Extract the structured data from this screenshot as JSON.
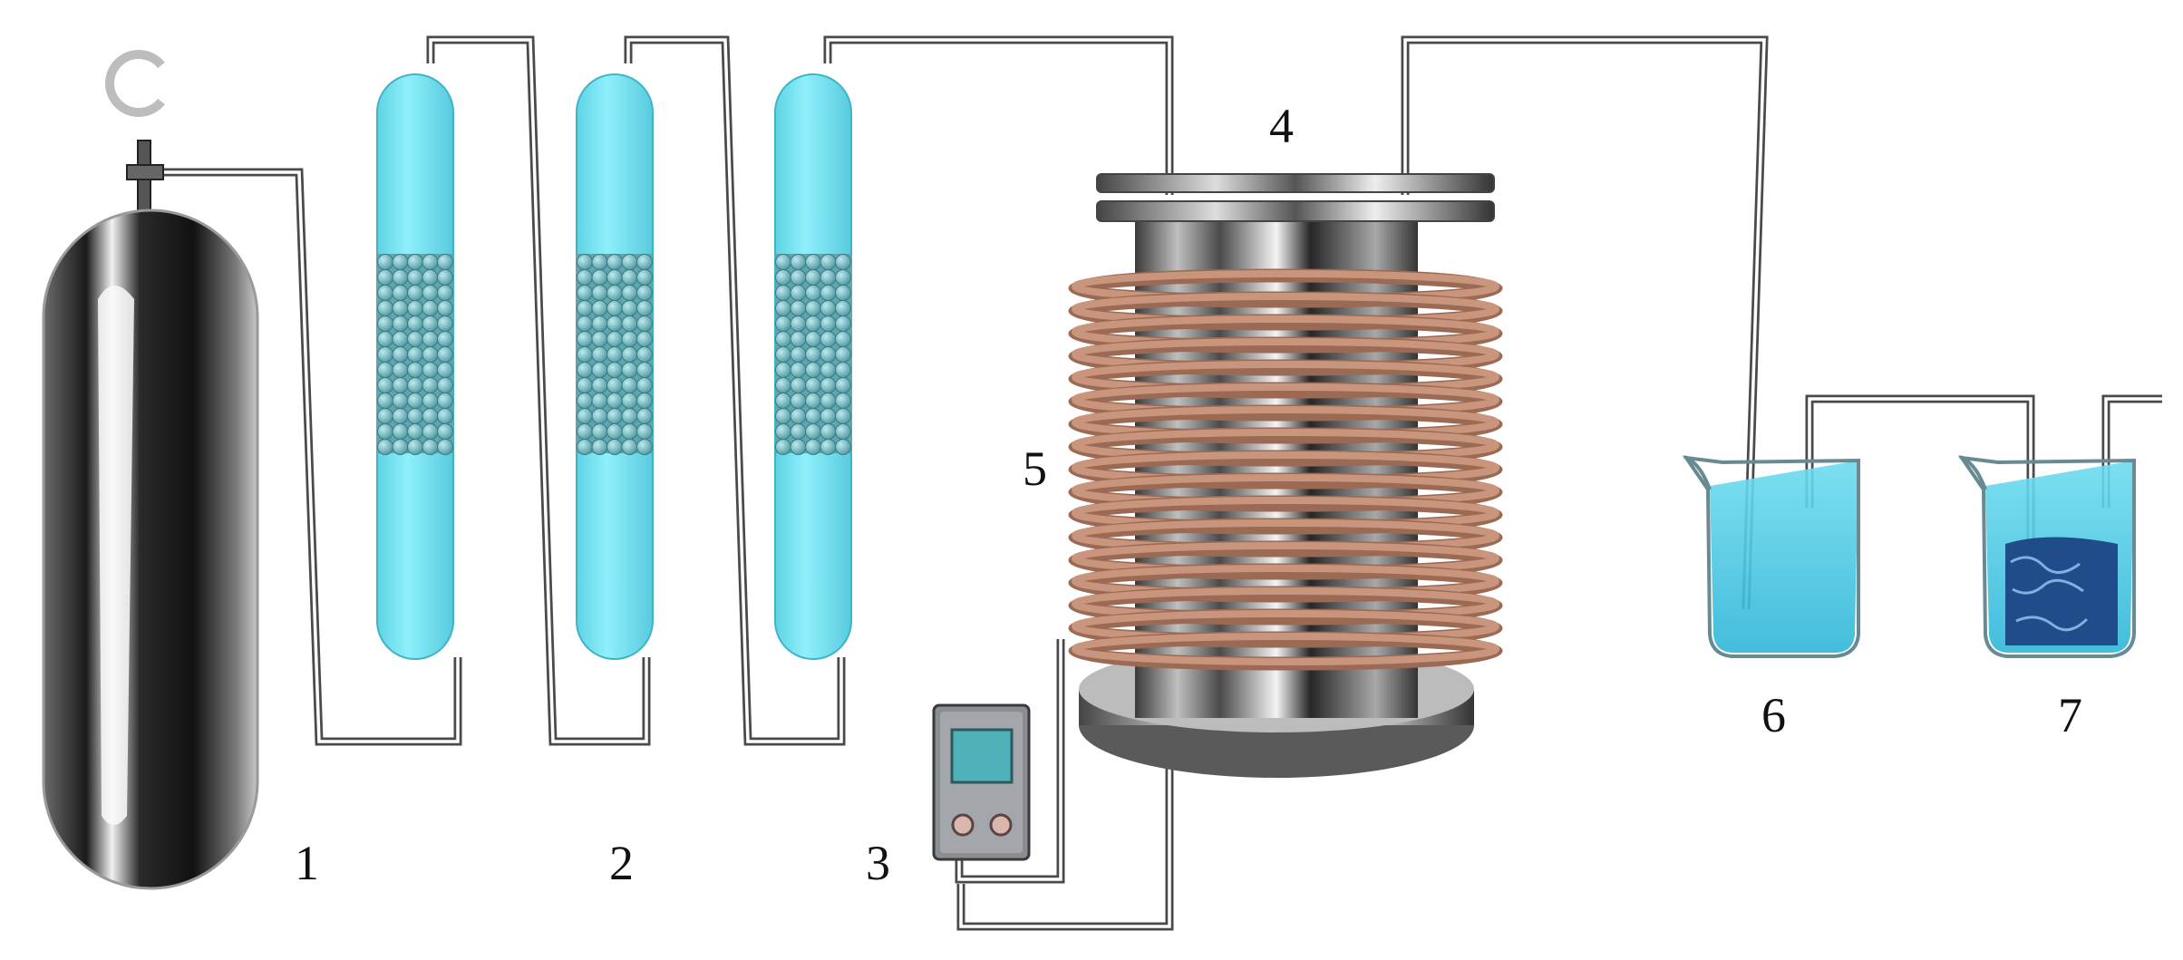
{
  "labels": {
    "cylinder": "1",
    "columns": "2",
    "controller": "3",
    "reactor": "4",
    "heating_coil": "5",
    "beaker_1": "6",
    "beaker_2": "7"
  },
  "colors": {
    "column_fluid": "#7fe6f2",
    "column_beads": "#5fa6ae",
    "copper_coil": "#c9957c",
    "water": "#43c9e6",
    "steel": "#8c8f94",
    "controller_screen": "#4fb2b8"
  }
}
